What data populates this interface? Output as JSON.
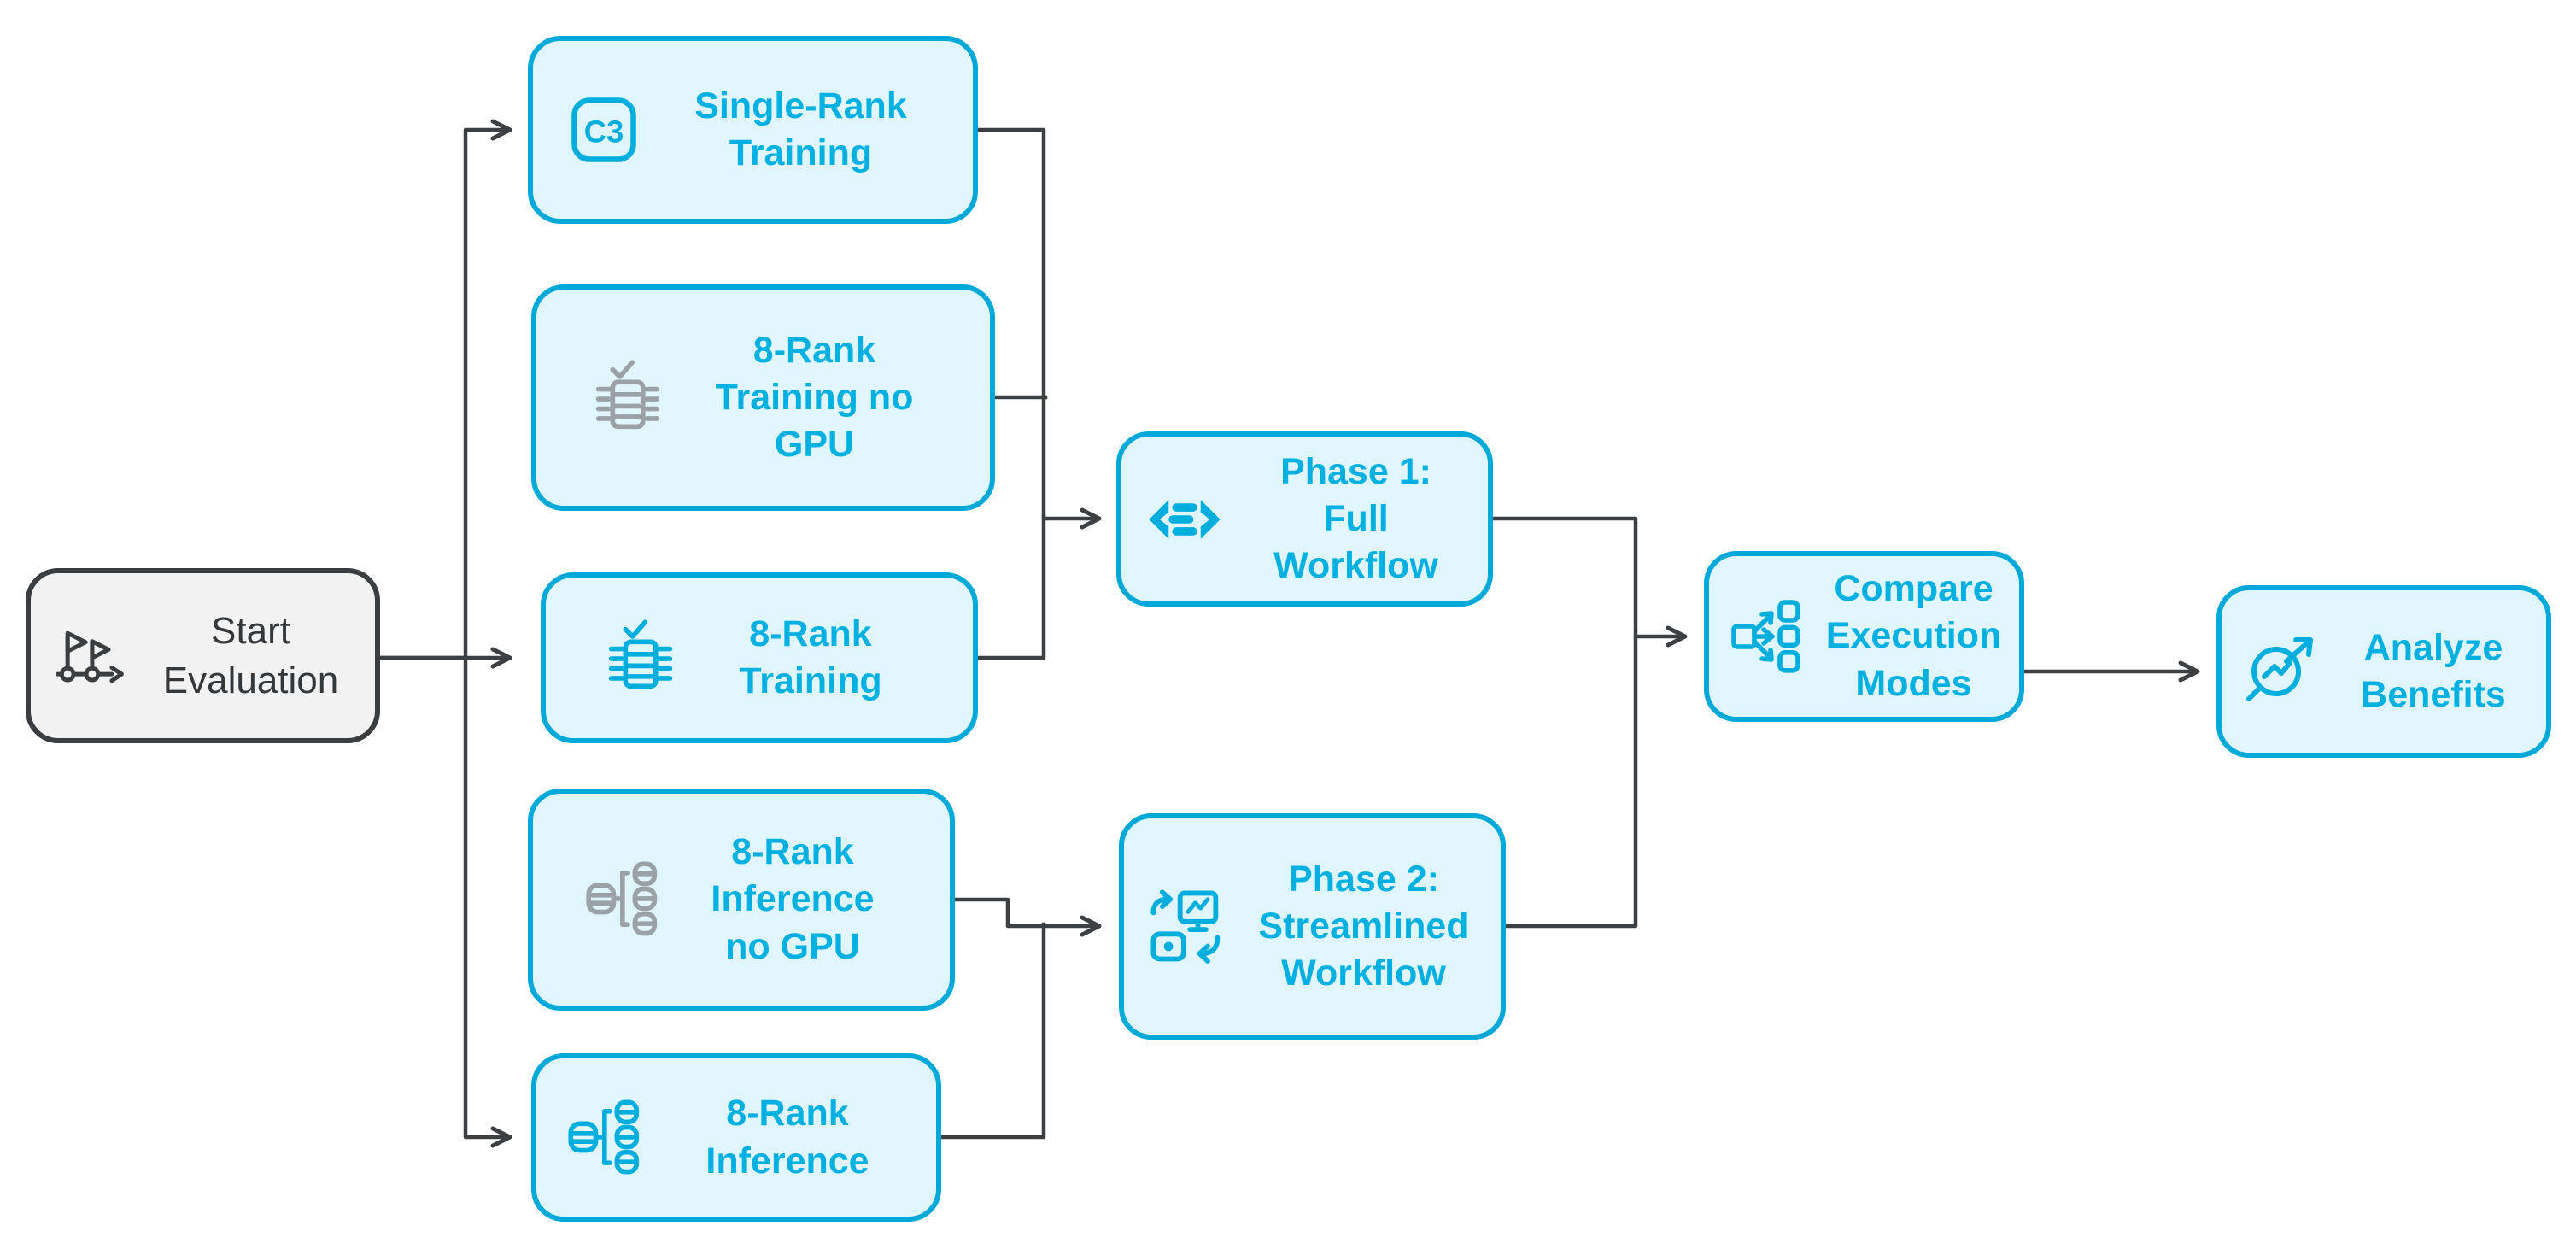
{
  "diagram": {
    "title": "Evaluation workflow flowchart",
    "nodes": {
      "start": {
        "label": "Start Evaluation",
        "icon": "milestone-flags-icon",
        "style": "neutral"
      },
      "single_rank_training": {
        "label": "Single-Rank Training",
        "icon": "c3-badge-icon",
        "style": "cyan"
      },
      "rank8_training_no_gpu": {
        "label": "8-Rank Training no GPU",
        "icon": "training-cluster-check-icon",
        "style": "cyan-gray-icon"
      },
      "rank8_training": {
        "label": "8-Rank Training",
        "icon": "training-cluster-check-icon",
        "style": "cyan"
      },
      "rank8_inference_no_gpu": {
        "label": "8-Rank Inference no GPU",
        "icon": "inference-shard-icon",
        "style": "cyan-gray-icon"
      },
      "rank8_inference": {
        "label": "8-Rank Inference",
        "icon": "inference-shard-icon",
        "style": "cyan"
      },
      "phase1": {
        "label": "Phase 1: Full Workflow",
        "icon": "exchange-arrows-icon",
        "style": "cyan"
      },
      "phase2": {
        "label": "Phase 2: Streamlined Workflow",
        "icon": "streamlined-cycle-icon",
        "style": "cyan"
      },
      "compare": {
        "label": "Compare Execution Modes",
        "icon": "fanout-compare-icon",
        "style": "cyan"
      },
      "analyze": {
        "label": "Analyze Benefits",
        "icon": "analyze-magnifier-icon",
        "style": "cyan"
      }
    },
    "edges": [
      {
        "from": "start",
        "to": "single_rank_training"
      },
      {
        "from": "start",
        "to": "rank8_training"
      },
      {
        "from": "start",
        "to": "rank8_inference"
      },
      {
        "from": "single_rank_training",
        "to": "phase1"
      },
      {
        "from": "rank8_training_no_gpu",
        "to": "phase1"
      },
      {
        "from": "rank8_training",
        "to": "phase1"
      },
      {
        "from": "rank8_inference_no_gpu",
        "to": "phase2"
      },
      {
        "from": "rank8_inference",
        "to": "phase2"
      },
      {
        "from": "phase1",
        "to": "compare"
      },
      {
        "from": "phase2",
        "to": "compare"
      },
      {
        "from": "compare",
        "to": "analyze"
      }
    ],
    "colors": {
      "accent_text": "#00b0e0",
      "accent_border": "#00a9d8",
      "accent_fill": "#e1f6fc",
      "neutral_fill": "#f2f2f2",
      "neutral_border": "#3b3e40",
      "edge_line": "#3d4043",
      "muted_icon": "#9aa2a8"
    }
  }
}
